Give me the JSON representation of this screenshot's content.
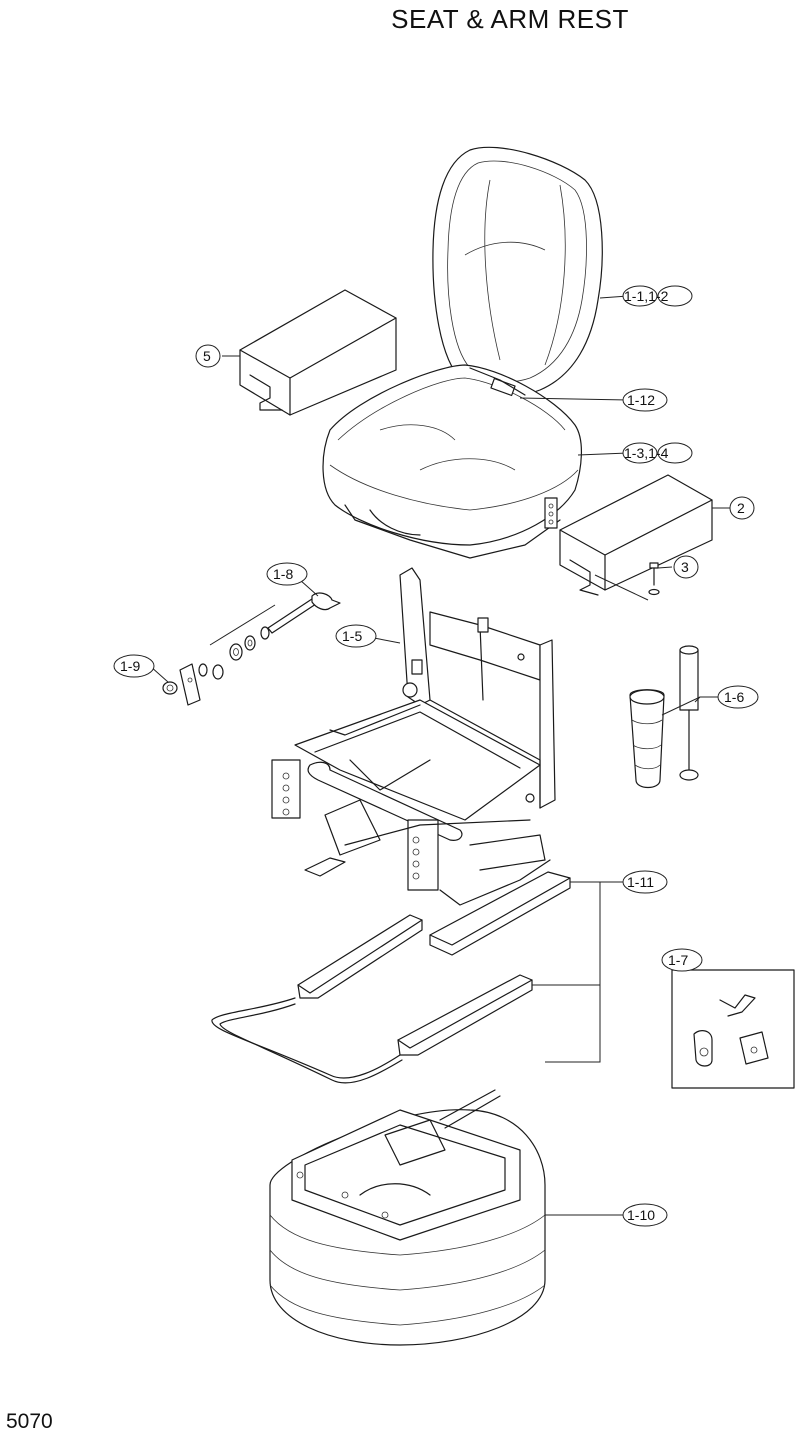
{
  "title": "SEAT & ARM REST",
  "page_number": "5070",
  "callouts": {
    "c_1_1_1_2": "1-1,1-2",
    "c_1_12": "1-12",
    "c_1_3_1_4": "1-3,1-4",
    "c_2": "2",
    "c_3": "3",
    "c_5": "5",
    "c_1_8": "1-8",
    "c_1_5": "1-5",
    "c_1_9": "1-9",
    "c_1_6": "1-6",
    "c_1_11": "1-11",
    "c_1_7": "1-7",
    "c_1_10": "1-10"
  }
}
